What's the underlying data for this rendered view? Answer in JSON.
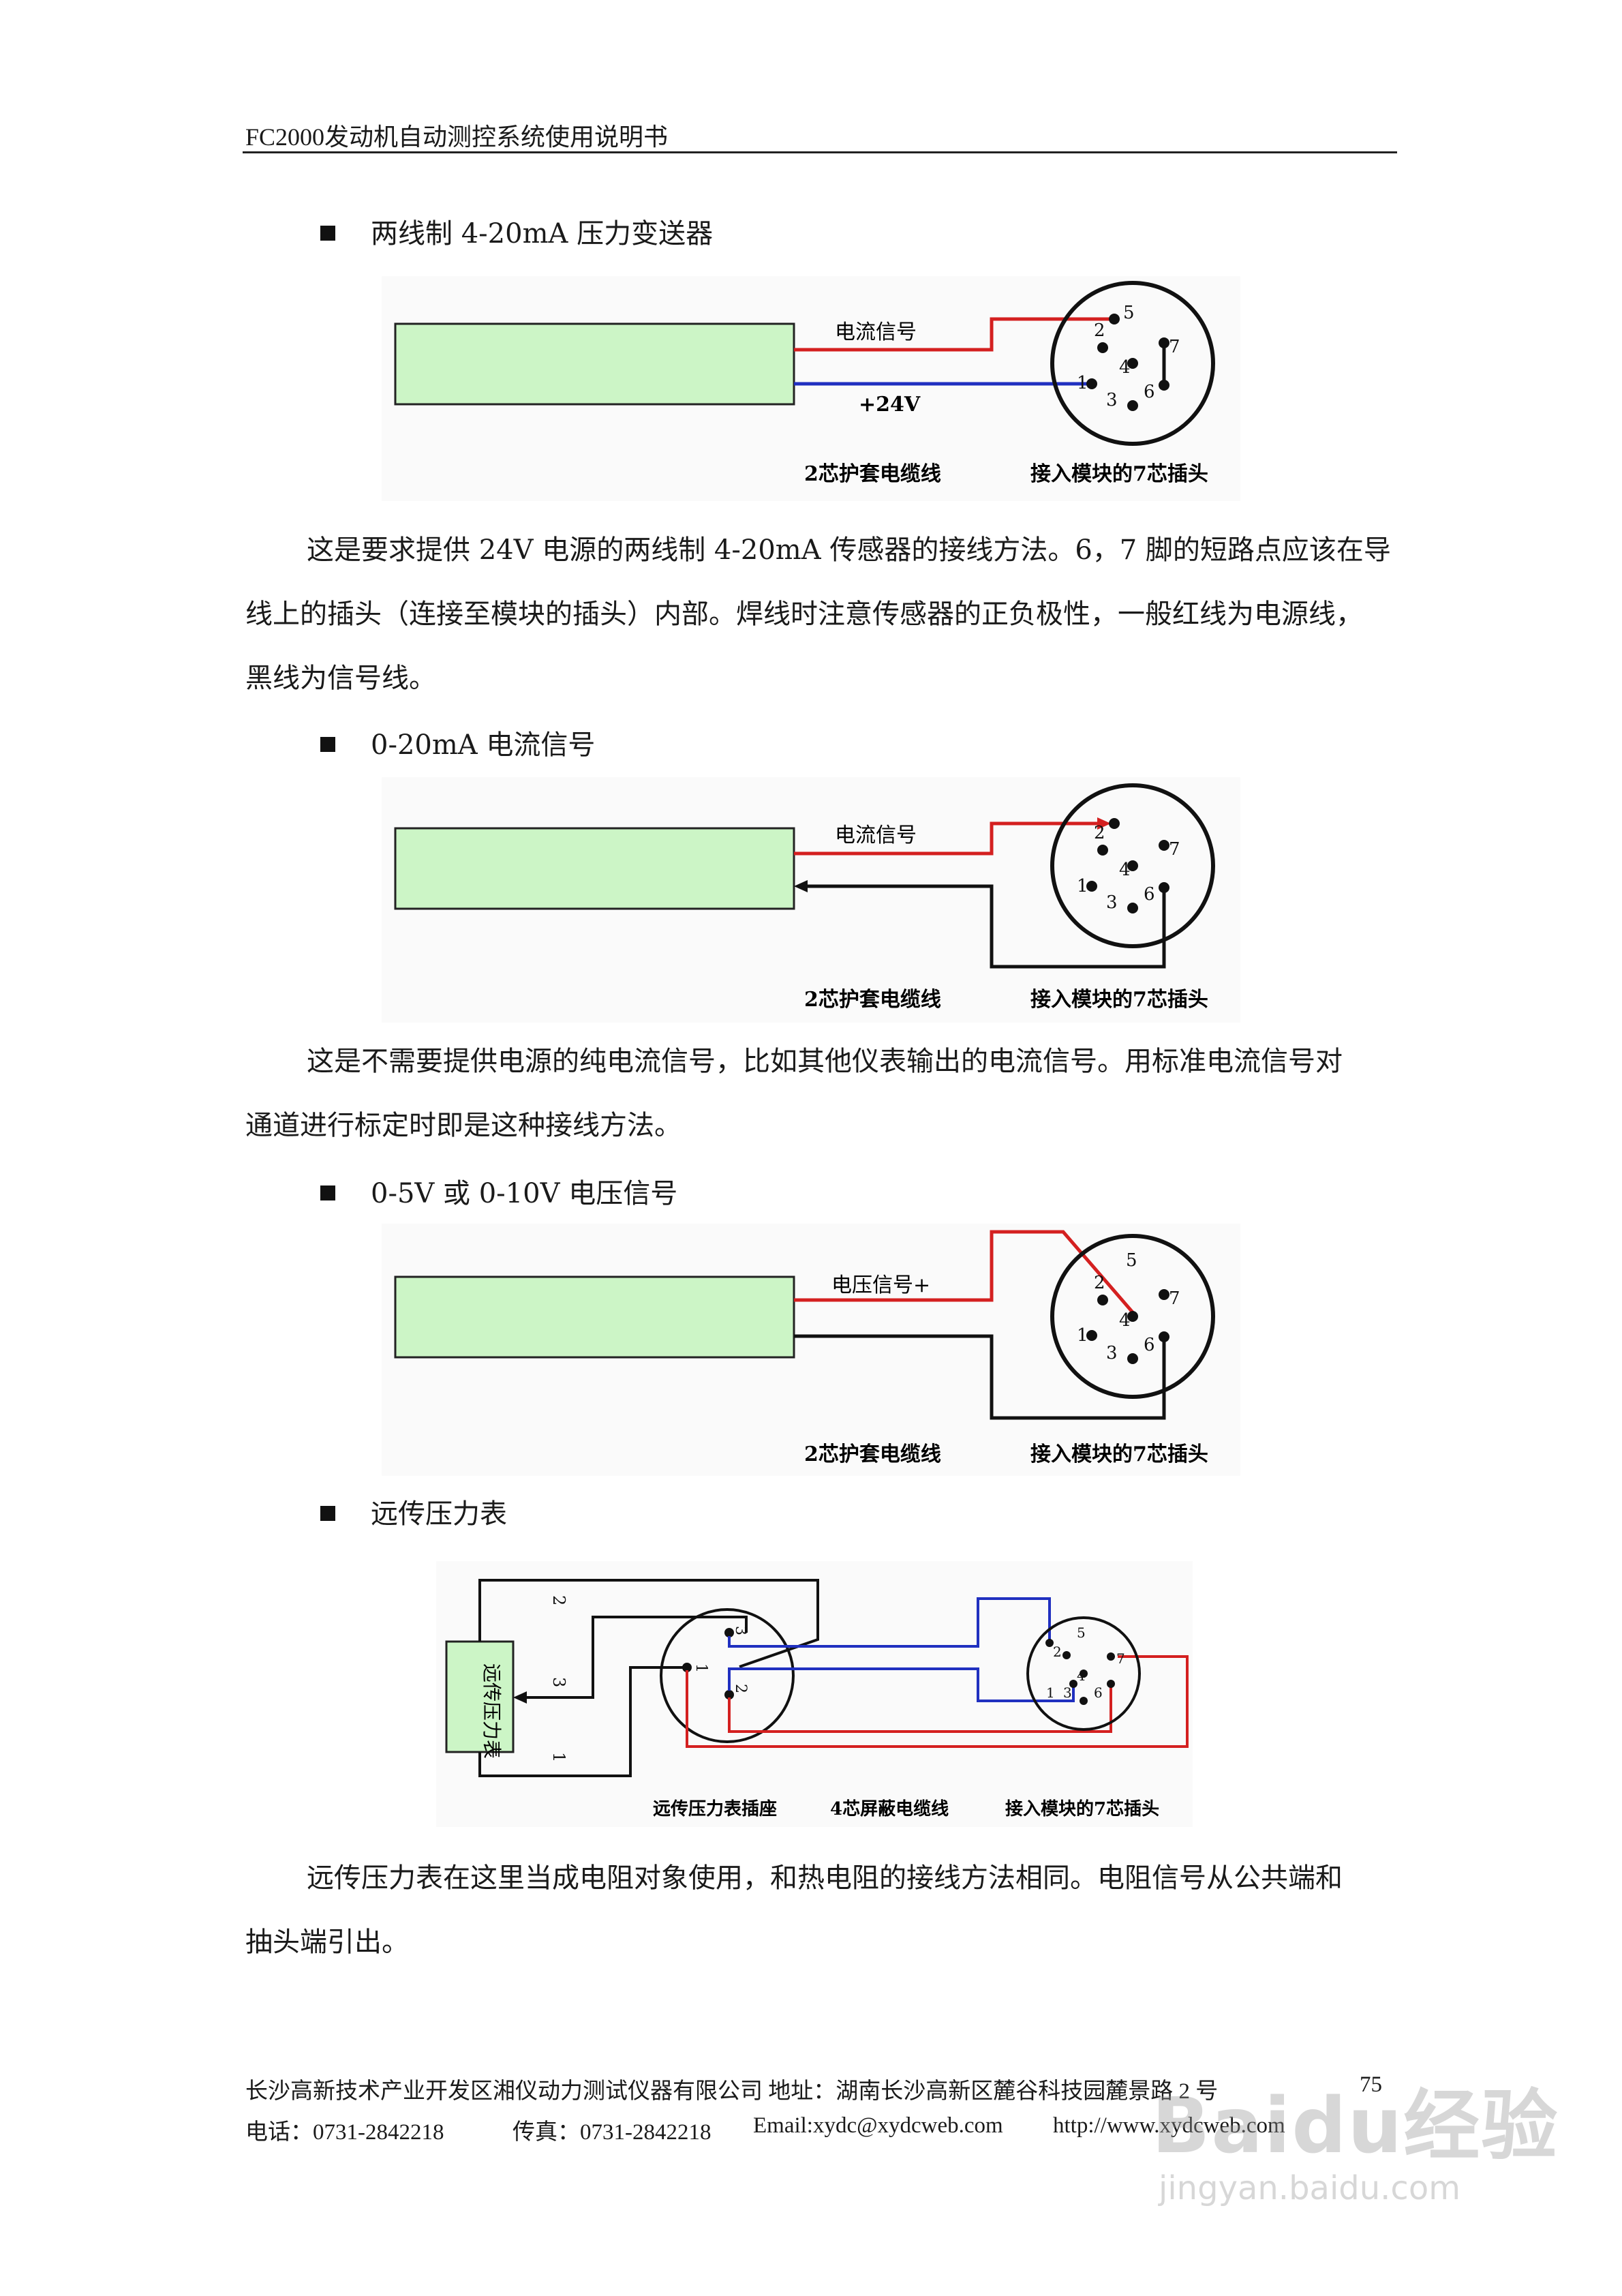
{
  "header": {
    "title": "FC2000发动机自动测控系统使用说明书"
  },
  "sections": [
    {
      "heading": "两线制 4-20mA 压力变送器",
      "diagram": {
        "wire_top": "电流信号",
        "wire_bottom": "+24V",
        "cable": "2芯护套电缆线",
        "plug": "接入模块的7芯插头"
      },
      "paragraph": [
        "这是要求提供 24V 电源的两线制 4-20mA 传感器的接线方法。6，7 脚的短路点应该在导",
        "线上的插头（连接至模块的插头）内部。焊线时注意传感器的正负极性，一般红线为电源线，",
        "黑线为信号线。"
      ]
    },
    {
      "heading": "0-20mA 电流信号",
      "diagram": {
        "wire_top": "电流信号",
        "cable": "2芯护套电缆线",
        "plug": "接入模块的7芯插头"
      },
      "paragraph": [
        "这是不需要提供电源的纯电流信号，比如其他仪表输出的电流信号。用标准电流信号对",
        "通道进行标定时即是这种接线方法。"
      ]
    },
    {
      "heading": "0-5V 或 0-10V 电压信号",
      "diagram": {
        "wire_top": "电压信号+",
        "cable": "2芯护套电缆线",
        "plug": "接入模块的7芯插头"
      }
    },
    {
      "heading": "远传压力表",
      "diagram": {
        "gauge": "远传压力表",
        "socket": "远传压力表插座",
        "cable": "4芯屏蔽电缆线",
        "plug": "接入模块的7芯插头"
      },
      "paragraph": [
        "远传压力表在这里当成电阻对象使用，和热电阻的接线方法相同。电阻信号从公共端和",
        "抽头端引出。"
      ]
    }
  ],
  "footer": {
    "line1": "长沙高新技术产业开发区湘仪动力测试仪器有限公司  地址：湖南长沙高新区麓谷科技园麓景路 2 号",
    "page_number": "75",
    "phone": "电话：0731-2842218",
    "fax": "传真：0731-2842218",
    "email": "Email:xydc@xydcweb.com",
    "web": "http://www.xydcweb.com"
  },
  "watermark": {
    "brand": "Baidu经验",
    "url": "jingyan.baidu.com"
  },
  "colors": {
    "red_wire": "#d42020",
    "blue_wire": "#2030c0",
    "sensor_fill": "#ccf5c6"
  }
}
